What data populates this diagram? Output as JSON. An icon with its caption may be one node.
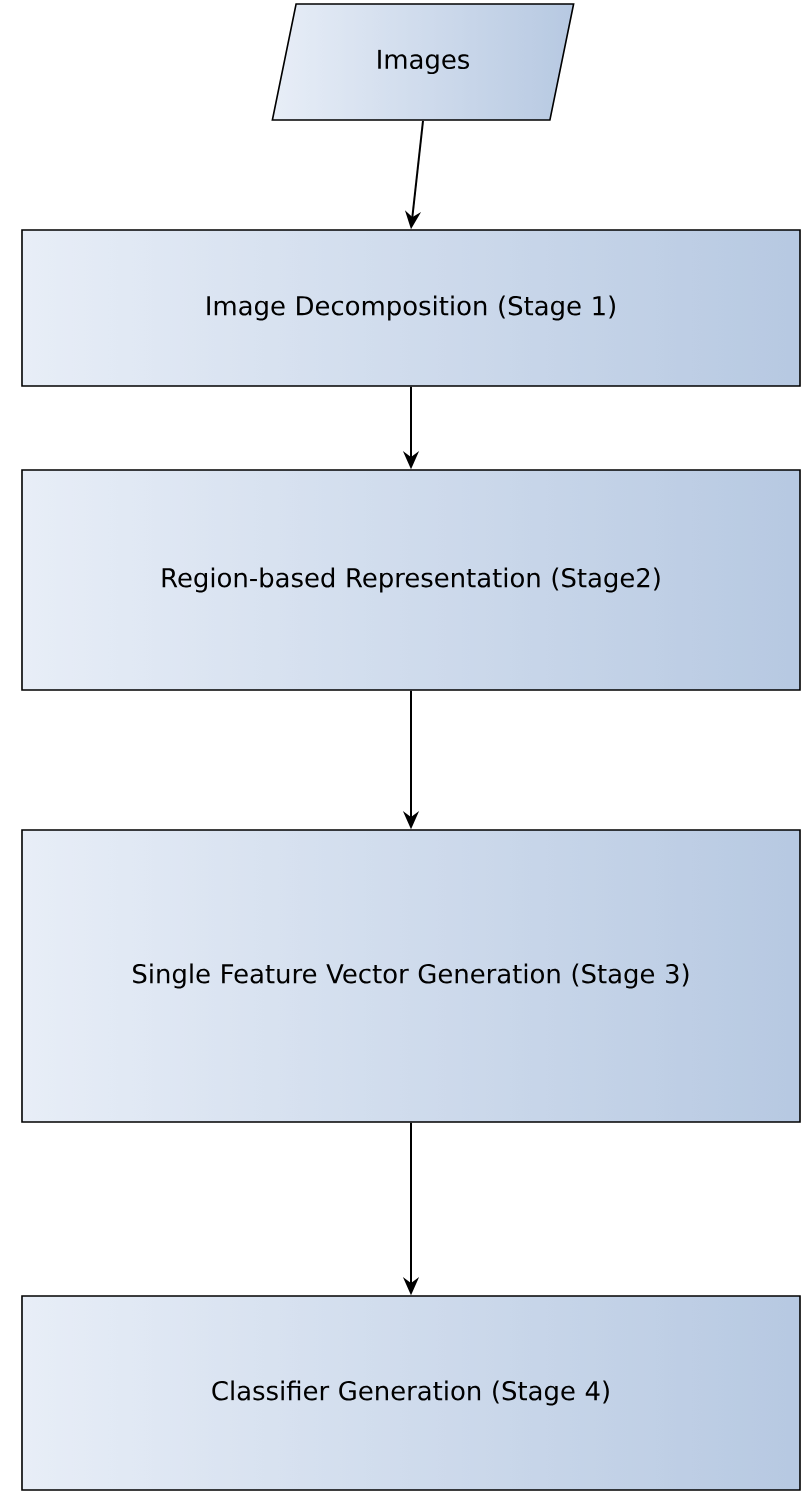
{
  "diagram": {
    "nodes": [
      {
        "text": [
          "Images"
        ]
      },
      {
        "text": [
          "Image Decomposition (Stage 1)"
        ]
      },
      {
        "text": [
          "Region-based Representation (Stage2)"
        ]
      },
      {
        "text": [
          "Single Feature Vector Generation (Stage 3)"
        ]
      },
      {
        "text": [
          "Classifier Generation (Stage 4)"
        ]
      }
    ],
    "edges": [
      {
        "from": 0,
        "to": 1,
        "arrow": "to"
      },
      {
        "from": 1,
        "to": 2,
        "arrow": "to"
      },
      {
        "from": 2,
        "to": 3,
        "arrow": "to"
      },
      {
        "from": 3,
        "to": 4,
        "arrow": "to"
      }
    ]
  }
}
